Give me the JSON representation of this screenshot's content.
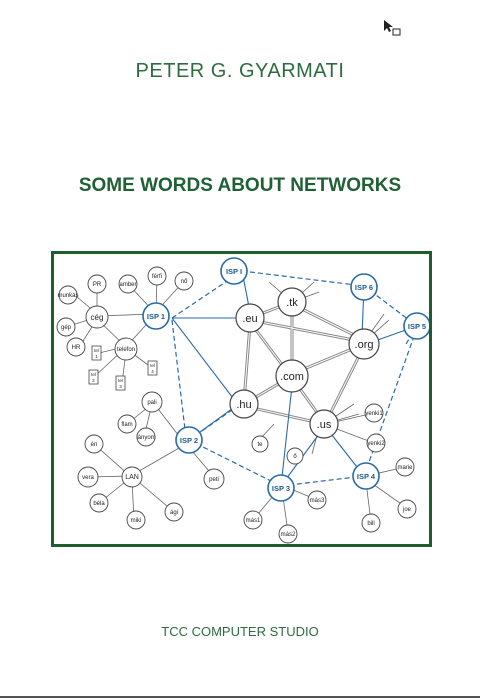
{
  "cover": {
    "author": "PETER G. GYARMATI",
    "title": "SOME WORDS ABOUT NETWORKS",
    "publisher": "TCC COMPUTER STUDIO"
  },
  "figure": {
    "isps": [
      "ISP I",
      "ISP 1",
      "ISP 2",
      "ISP 3",
      "ISP 4",
      "ISP 5",
      "ISP 6"
    ],
    "domains": [
      ".eu",
      ".tk",
      ".org",
      ".com",
      ".hu",
      ".us"
    ],
    "labels": [
      "munkás",
      "PR",
      "amber",
      "férfi",
      "nő",
      "cég",
      "gép",
      "telefon",
      "HR",
      "tel 1",
      "tel 2",
      "tel 3",
      "tel 4",
      "pali",
      "flam",
      "lányom",
      "én",
      "vera",
      "LAN",
      "béla",
      "miki",
      "ági",
      "peti",
      "te",
      "ő",
      "más1",
      "más2",
      "más3",
      "yenki1",
      "yenki2",
      "marie",
      "joe",
      "bill"
    ]
  }
}
